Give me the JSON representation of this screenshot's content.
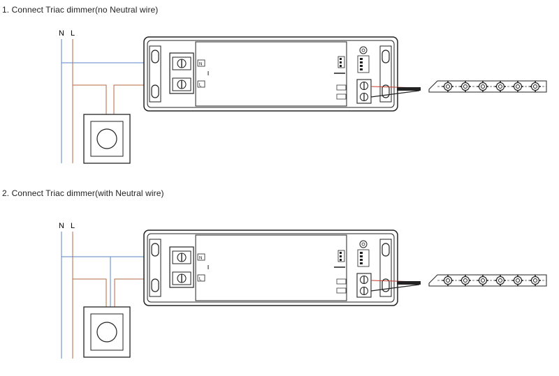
{
  "diagrams": [
    {
      "title": "1. Connect Triac dimmer(no Neutral wire)",
      "neutral_label": "N",
      "live_label": "L",
      "terminal_n": "N",
      "terminal_l": "L",
      "dimmer_wiring": "no-neutral"
    },
    {
      "title": "2. Connect Triac dimmer(with Neutral wire)",
      "neutral_label": "N",
      "live_label": "L",
      "terminal_n": "N",
      "terminal_l": "L",
      "dimmer_wiring": "with-neutral"
    }
  ],
  "led_count": 6,
  "colors": {
    "neutral_wire": "#5b86c4",
    "live_wire": "#b5683f",
    "outline": "#222222",
    "led_red_wire": "#c0392b"
  }
}
